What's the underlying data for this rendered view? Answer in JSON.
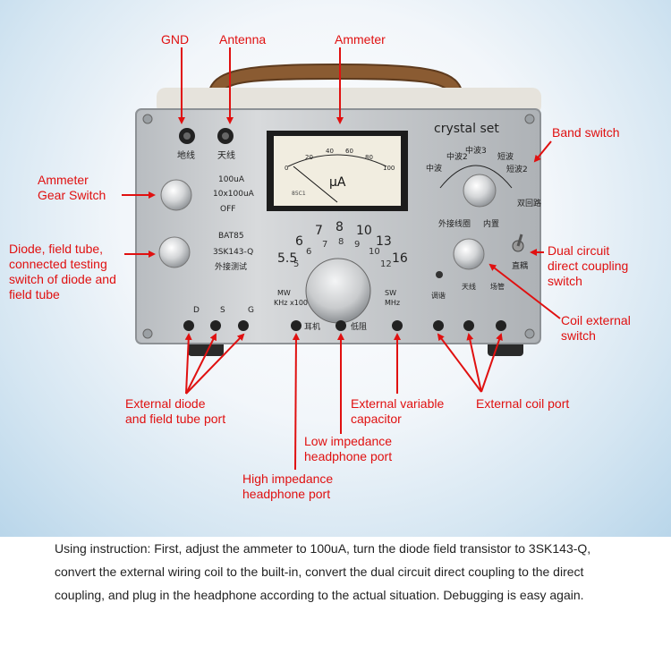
{
  "labels": {
    "gnd": "GND",
    "antenna": "Antenna",
    "ammeter": "Ammeter",
    "band_switch": "Band switch",
    "ammeter_gear_line1": "Ammeter",
    "ammeter_gear_line2": "Gear Switch",
    "diode_line1": "Diode, field tube,",
    "diode_line2": "connected testing",
    "diode_line3": "switch of diode and",
    "diode_line4": "field tube",
    "dual_line1": "Dual circuit",
    "dual_line2": "direct coupling",
    "dual_line3": "switch",
    "coil_ext_line1": "Coil external",
    "coil_ext_line2": "switch",
    "ext_diode_line1": "External diode",
    "ext_diode_line2": "and field tube port",
    "ext_var_line1": "External variable",
    "ext_var_line2": "capacitor",
    "ext_coil": "External coil port",
    "low_imp_line1": "Low impedance",
    "low_imp_line2": "headphone port",
    "high_imp_line1": "High impedance",
    "high_imp_line2": "headphone port"
  },
  "panel": {
    "title": "crystal set",
    "gnd_cn": "地线",
    "ant_cn": "天线",
    "meter_unit": "μA",
    "meter_scale": [
      "0",
      "20",
      "40",
      "60",
      "80",
      "100"
    ],
    "meter_model": "85C1",
    "gear_100": "100uA",
    "gear_10x": "10x100uA",
    "gear_off": "OFF",
    "diode_bat": "BAT85",
    "diode_3sk": "3SK143-Q",
    "diode_ext": "外接测试",
    "band_mw2": "中波2",
    "band_mw3": "中波3",
    "band_mw": "中波",
    "band_sw": "短波",
    "band_sw2": "短波2",
    "coil_ext": "外接线圈",
    "coil_int": "内置",
    "dual_cn": "双回路",
    "direct_cn": "直耦",
    "dial_outer": [
      "5.5",
      "6",
      "7",
      "8",
      "10",
      "13",
      "16"
    ],
    "dial_inner": [
      "5",
      "6",
      "7",
      "8",
      "9",
      "10",
      "12"
    ],
    "mw_label": "MW",
    "khz_label": "KHz x100",
    "sw_label": "SW",
    "mhz_label": "MHz",
    "port_d": "D",
    "port_s": "S",
    "port_g": "G",
    "earphone_cn": "耳机",
    "low_cn": "低阻",
    "tune_cn": "调谐",
    "ant_coil_cn": "天线",
    "field_cn": "场管"
  },
  "instruction": "Using instruction: First, adjust the ammeter to 100uA, turn the diode field transistor to 3SK143-Q, convert the external wiring coil to the built-in, convert the dual circuit direct coupling to the direct coupling, and plug in the headphone according to the actual situation. Debugging is easy again."
}
